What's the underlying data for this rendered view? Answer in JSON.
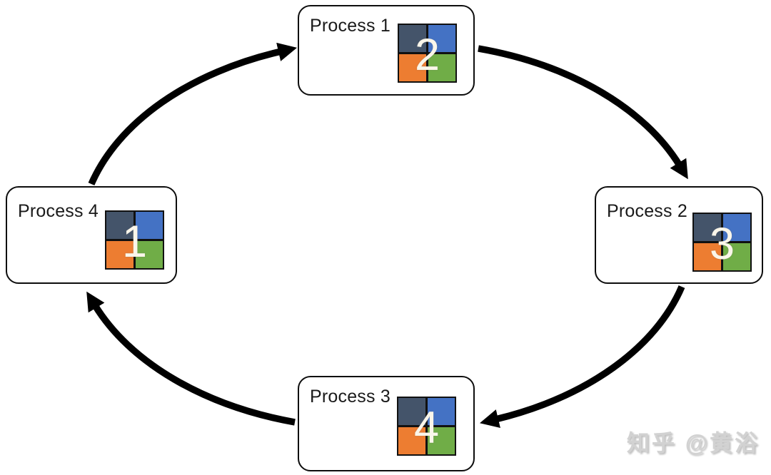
{
  "diagram": {
    "processes": [
      {
        "label": "Process 1",
        "block_value": "2"
      },
      {
        "label": "Process 2",
        "block_value": "3"
      },
      {
        "label": "Process 3",
        "block_value": "4"
      },
      {
        "label": "Process 4",
        "block_value": "1"
      }
    ],
    "block_colors": {
      "top_left": "#44546A",
      "top_right": "#4472C4",
      "bottom_left": "#ED7D31",
      "bottom_right": "#70AD47"
    },
    "arrow": {
      "color": "#000000",
      "connections": [
        {
          "from": "Process 4",
          "to": "Process 1"
        },
        {
          "from": "Process 1",
          "to": "Process 2"
        },
        {
          "from": "Process 2",
          "to": "Process 3"
        },
        {
          "from": "Process 3",
          "to": "Process 4"
        }
      ]
    }
  },
  "watermark": {
    "text": "知乎 @黄浴"
  }
}
